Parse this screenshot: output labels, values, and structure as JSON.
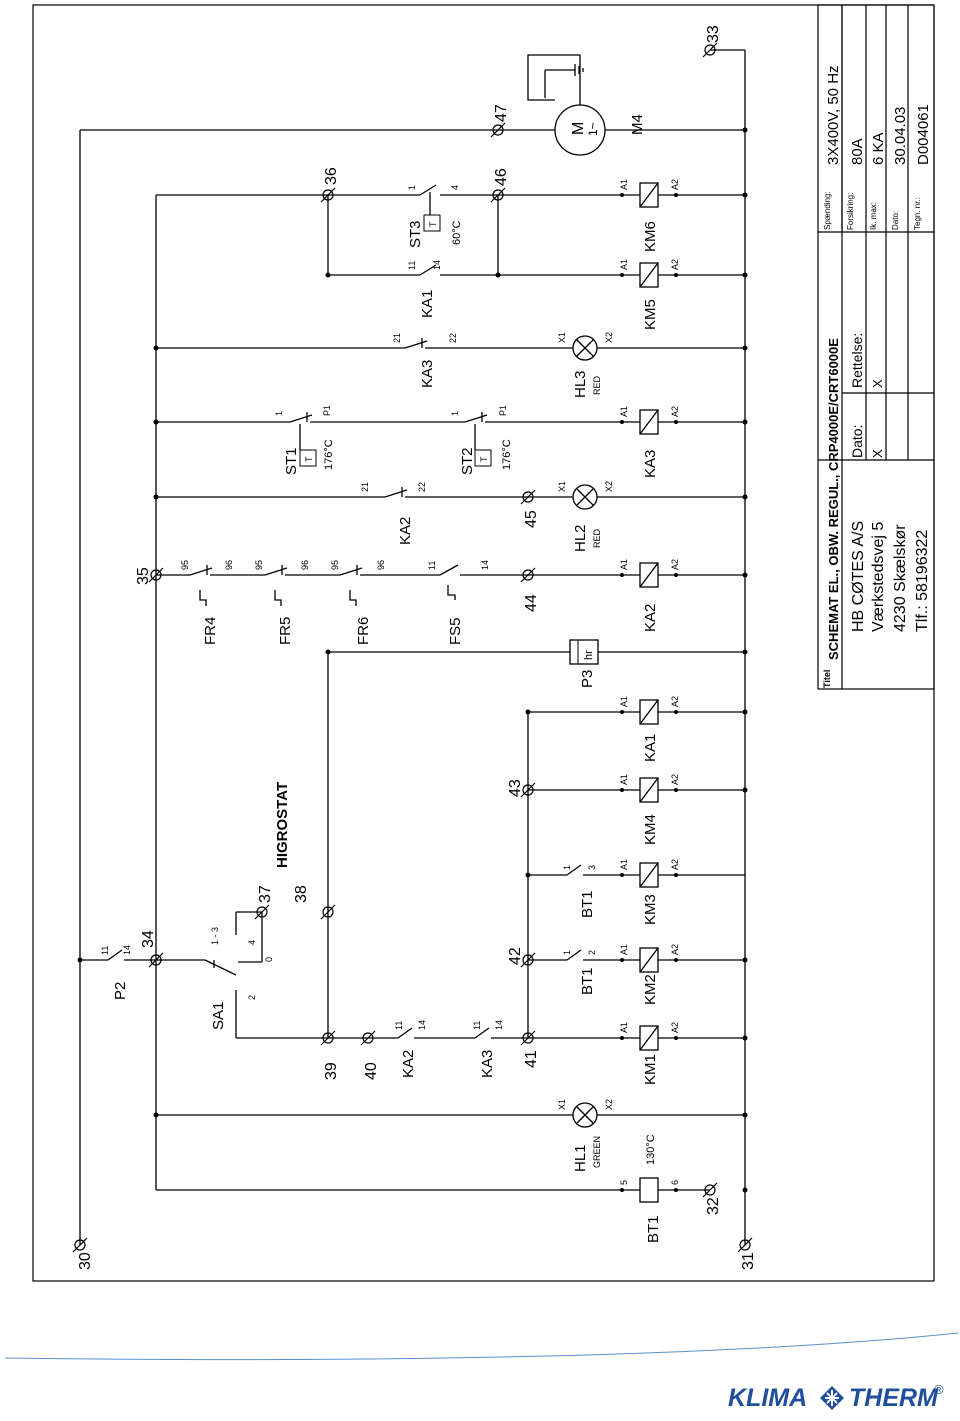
{
  "title_block": {
    "titel_label": "Titel",
    "title": "SCHEMAT EL., OBW. REGUL., CRP4000E/CRT6000E",
    "company": "HB CØTES A/S",
    "street": "Værkstedsvej 5",
    "city": "4230  Skælskør",
    "phone": "Tlf.: 58196322",
    "dato_label": "Dato:",
    "rettelse_label": "Rettelse:",
    "x_mark": "X",
    "spaending_label": "Spænding:",
    "spaending_value": "3X400V, 50 Hz",
    "forsikring_label": "Forsikring:",
    "forsikring_value": "80A",
    "ik_label": "Ik. max:",
    "ik_value": "6 KA",
    "dato2_label": "Dato:",
    "dato2_value": "30.04.03",
    "tegn_label": "Tegn. nr.:",
    "tegn_value": "D004061"
  },
  "terminals": [
    "30",
    "31",
    "32",
    "33",
    "34",
    "35",
    "36",
    "37",
    "38",
    "39",
    "40",
    "41",
    "42",
    "43",
    "44",
    "45",
    "46",
    "47"
  ],
  "components": {
    "P2": "P2",
    "SA1": "SA1",
    "KA2": "KA2",
    "KA3": "KA3",
    "KA1": "KA1",
    "BT1": "BT1",
    "HL1": "HL1",
    "HL2": "HL2",
    "HL3": "HL3",
    "KM1": "KM1",
    "KM2": "KM2",
    "KM3": "KM3",
    "KM4": "KM4",
    "KM5": "KM5",
    "KM6": "KM6",
    "FR4": "FR4",
    "FR5": "FR5",
    "FR6": "FR6",
    "FS5": "FS5",
    "ST1": "ST1",
    "ST2": "ST2",
    "ST3": "ST3",
    "P3": "P3",
    "M4": "M4",
    "motor": "M",
    "motor_phase": "1~",
    "timer": "hr",
    "higrostat": "HIGROSTAT"
  },
  "colors_text": {
    "green": "GREEN",
    "red": "RED"
  },
  "temps": {
    "t130": "130°C",
    "t176": "176°C",
    "t60": "60°C"
  },
  "pins": {
    "p1": "1",
    "p2": "2",
    "p3": "3",
    "p4": "4",
    "p5": "5",
    "p6": "6",
    "p11": "11",
    "p14": "14",
    "p21": "21",
    "p22": "22",
    "p95": "95",
    "p96": "96",
    "p13": "1 - 3",
    "p0": "0",
    "P1": "P1",
    "A1": "A1",
    "A2": "A2",
    "X1": "X1",
    "X2": "X2",
    "T": "T"
  },
  "brand": {
    "left": "KLIMA",
    "right": "THERM",
    "reg": "®",
    "color": "#1f4e9c"
  }
}
